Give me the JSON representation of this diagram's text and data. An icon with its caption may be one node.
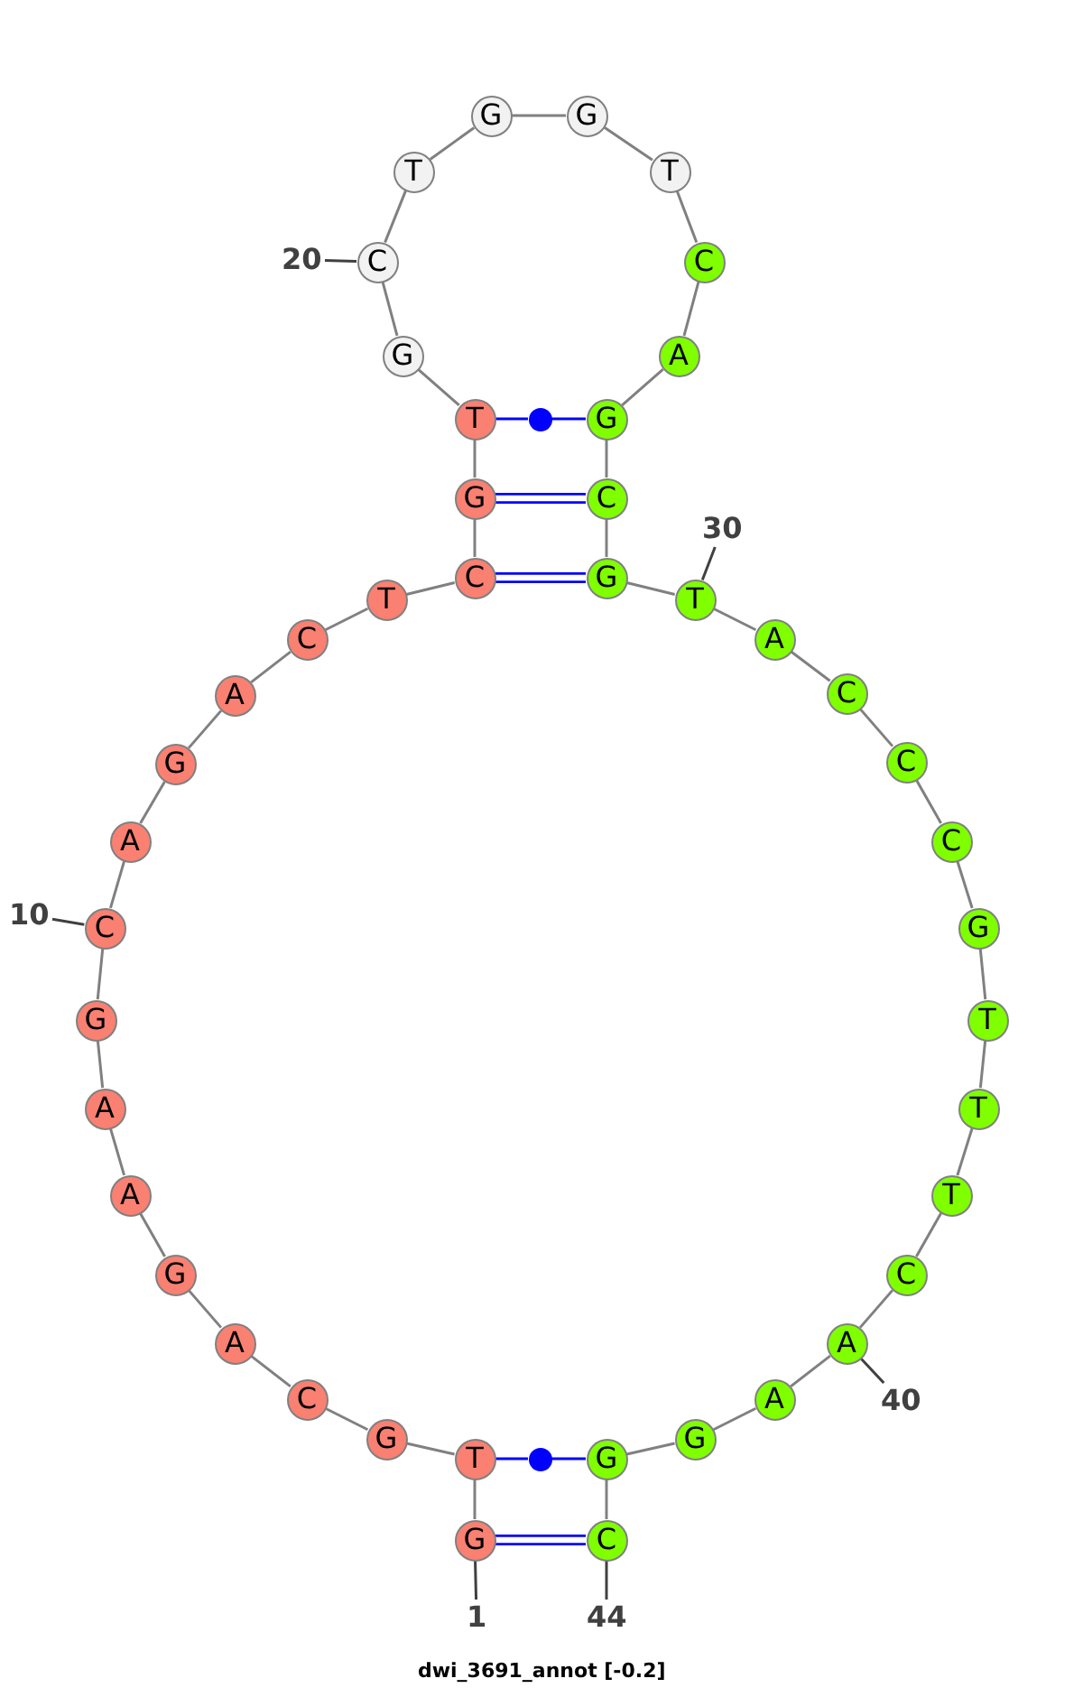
{
  "diagram": {
    "caption": "dwi_3691_annot [-0.2]",
    "nodes": [
      {
        "text": [
          "G"
        ]
      },
      {
        "text": [
          "T"
        ]
      },
      {
        "text": [
          "G"
        ]
      },
      {
        "text": [
          "C"
        ]
      },
      {
        "text": [
          "A"
        ]
      },
      {
        "text": [
          "G"
        ]
      },
      {
        "text": [
          "A"
        ]
      },
      {
        "text": [
          "A"
        ]
      },
      {
        "text": [
          "G"
        ]
      },
      {
        "text": [
          "C"
        ]
      },
      {
        "text": [
          "A"
        ]
      },
      {
        "text": [
          "G"
        ]
      },
      {
        "text": [
          "A"
        ]
      },
      {
        "text": [
          "C"
        ]
      },
      {
        "text": [
          "T"
        ]
      },
      {
        "text": [
          "C"
        ]
      },
      {
        "text": [
          "G"
        ]
      },
      {
        "text": [
          "T"
        ]
      },
      {
        "text": [
          "G"
        ]
      },
      {
        "text": [
          "C"
        ]
      },
      {
        "text": [
          "T"
        ]
      },
      {
        "text": [
          "G"
        ]
      },
      {
        "text": [
          "G"
        ]
      },
      {
        "text": [
          "T"
        ]
      },
      {
        "text": [
          "C"
        ]
      },
      {
        "text": [
          "A"
        ]
      },
      {
        "text": [
          "G"
        ]
      },
      {
        "text": [
          "C"
        ]
      },
      {
        "text": [
          "G"
        ]
      },
      {
        "text": [
          "T"
        ]
      },
      {
        "text": [
          "A"
        ]
      },
      {
        "text": [
          "C"
        ]
      },
      {
        "text": [
          "C"
        ]
      },
      {
        "text": [
          "C"
        ]
      },
      {
        "text": [
          "G"
        ]
      },
      {
        "text": [
          "T"
        ]
      },
      {
        "text": [
          "T"
        ]
      },
      {
        "text": [
          "T"
        ]
      },
      {
        "text": [
          "C"
        ]
      },
      {
        "text": [
          "A"
        ]
      },
      {
        "text": [
          "A"
        ]
      },
      {
        "text": [
          "G"
        ]
      },
      {
        "text": [
          "G"
        ]
      },
      {
        "text": [
          "C"
        ]
      },
      {
        "text": [],
        "shape": "circle"
      },
      {
        "text": [],
        "shape": "circle"
      },
      {
        "text": [
          "1"
        ]
      },
      {
        "text": [
          "10"
        ]
      },
      {
        "text": [
          "20"
        ]
      },
      {
        "text": [
          "30"
        ]
      },
      {
        "text": [
          "40"
        ]
      },
      {
        "text": [
          "44"
        ]
      }
    ],
    "edges": [
      {
        "from": 0,
        "to": 1,
        "arrow": "none"
      },
      {
        "from": 1,
        "to": 2,
        "arrow": "none"
      },
      {
        "from": 2,
        "to": 3,
        "arrow": "none"
      },
      {
        "from": 3,
        "to": 4,
        "arrow": "none"
      },
      {
        "from": 4,
        "to": 5,
        "arrow": "none"
      },
      {
        "from": 5,
        "to": 6,
        "arrow": "none"
      },
      {
        "from": 6,
        "to": 7,
        "arrow": "none"
      },
      {
        "from": 7,
        "to": 8,
        "arrow": "none"
      },
      {
        "from": 8,
        "to": 9,
        "arrow": "none"
      },
      {
        "from": 9,
        "to": 10,
        "arrow": "none"
      },
      {
        "from": 10,
        "to": 11,
        "arrow": "none"
      },
      {
        "from": 11,
        "to": 12,
        "arrow": "none"
      },
      {
        "from": 12,
        "to": 13,
        "arrow": "none"
      },
      {
        "from": 13,
        "to": 14,
        "arrow": "none"
      },
      {
        "from": 14,
        "to": 15,
        "arrow": "none"
      },
      {
        "from": 15,
        "to": 16,
        "arrow": "none"
      },
      {
        "from": 16,
        "to": 17,
        "arrow": "none"
      },
      {
        "from": 17,
        "to": 18,
        "arrow": "none"
      },
      {
        "from": 18,
        "to": 19,
        "arrow": "none"
      },
      {
        "from": 19,
        "to": 20,
        "arrow": "none"
      },
      {
        "from": 20,
        "to": 21,
        "arrow": "none"
      },
      {
        "from": 21,
        "to": 22,
        "arrow": "none"
      },
      {
        "from": 22,
        "to": 23,
        "arrow": "none"
      },
      {
        "from": 23,
        "to": 24,
        "arrow": "none"
      },
      {
        "from": 24,
        "to": 25,
        "arrow": "none"
      },
      {
        "from": 25,
        "to": 26,
        "arrow": "none"
      },
      {
        "from": 26,
        "to": 27,
        "arrow": "none"
      },
      {
        "from": 27,
        "to": 28,
        "arrow": "none"
      },
      {
        "from": 28,
        "to": 29,
        "arrow": "none"
      },
      {
        "from": 29,
        "to": 30,
        "arrow": "none"
      },
      {
        "from": 30,
        "to": 31,
        "arrow": "none"
      },
      {
        "from": 31,
        "to": 32,
        "arrow": "none"
      },
      {
        "from": 32,
        "to": 33,
        "arrow": "none"
      },
      {
        "from": 33,
        "to": 34,
        "arrow": "none"
      },
      {
        "from": 34,
        "to": 35,
        "arrow": "none"
      },
      {
        "from": 35,
        "to": 36,
        "arrow": "none"
      },
      {
        "from": 36,
        "to": 37,
        "arrow": "none"
      },
      {
        "from": 37,
        "to": 38,
        "arrow": "none"
      },
      {
        "from": 38,
        "to": 39,
        "arrow": "none"
      },
      {
        "from": 39,
        "to": 40,
        "arrow": "none"
      },
      {
        "from": 40,
        "to": 41,
        "arrow": "none"
      },
      {
        "from": 41,
        "to": 42,
        "arrow": "none"
      },
      {
        "from": 42,
        "to": 43,
        "arrow": "none"
      },
      {
        "from": 0,
        "to": 43,
        "arrow": "none",
        "color": "#0000ff"
      },
      {
        "from": 1,
        "to": 45,
        "arrow": "none",
        "color": "#0000ff"
      },
      {
        "from": 45,
        "to": 42,
        "arrow": "none",
        "color": "#0000ff"
      },
      {
        "from": 15,
        "to": 28,
        "arrow": "none",
        "color": "#0000ff"
      },
      {
        "from": 16,
        "to": 27,
        "arrow": "none",
        "color": "#0000ff"
      },
      {
        "from": 17,
        "to": 44,
        "arrow": "none",
        "color": "#0000ff"
      },
      {
        "from": 44,
        "to": 26,
        "arrow": "none",
        "color": "#0000ff"
      },
      {
        "from": 46,
        "to": 0,
        "arrow": "none",
        "color": "#404040"
      },
      {
        "from": 47,
        "to": 9,
        "arrow": "none",
        "color": "#404040"
      },
      {
        "from": 48,
        "to": 19,
        "arrow": "none",
        "color": "#404040"
      },
      {
        "from": 49,
        "to": 29,
        "arrow": "none",
        "color": "#404040"
      },
      {
        "from": 50,
        "to": 39,
        "arrow": "none",
        "color": "#404040"
      },
      {
        "from": 51,
        "to": 43,
        "arrow": "none",
        "color": "#404040"
      }
    ]
  }
}
